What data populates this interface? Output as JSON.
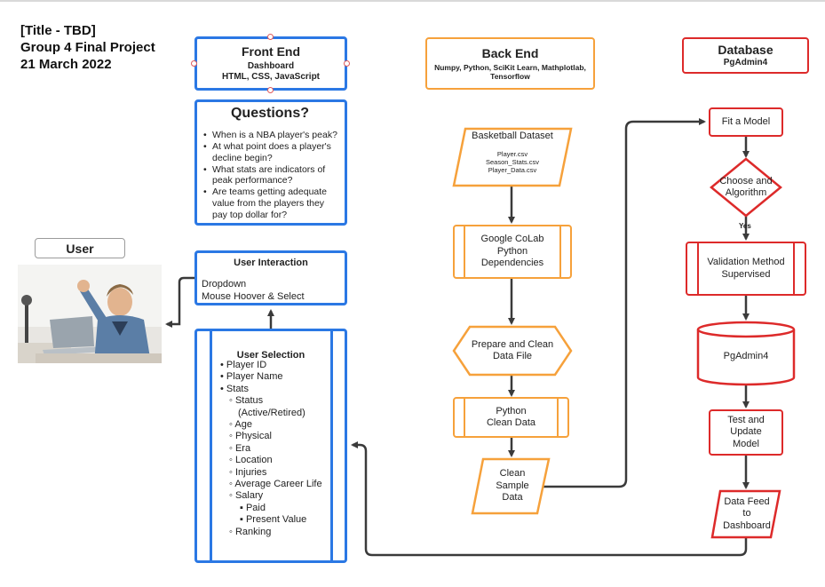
{
  "title_block": {
    "line1": "[Title - TBD]",
    "line2": "Group 4 Final Project",
    "line3": "21 March 2022"
  },
  "front_end": {
    "title": "Front End",
    "line1": "Dashboard",
    "line2": "HTML, CSS, JavaScript"
  },
  "back_end": {
    "title": "Back End",
    "line1": "Numpy, Python, SciKit Learn, Mathplotlab,",
    "line2": "Tensorflow"
  },
  "database": {
    "title": "Database",
    "line1": "PgAdmin4"
  },
  "questions": {
    "title": "Questions?",
    "items": [
      "When is a NBA player's peak?",
      "At what point does a player's decline begin?",
      "What stats are indicators of peak performance?",
      "Are teams getting adequate value from the players they pay top dollar for?"
    ]
  },
  "user": {
    "label": "User"
  },
  "user_interaction": {
    "title": "User Interaction",
    "line1": "Dropdown",
    "line2": "Mouse Hoover & Select"
  },
  "user_selection": {
    "title": "User Selection",
    "items": [
      "Player ID",
      "Player Name",
      "Stats"
    ],
    "stats": [
      "Status",
      "(Active/Retired)",
      "Age",
      "Physical",
      "Era",
      "Location",
      "Injuries",
      "Average Career Life",
      "Salary"
    ],
    "salary": [
      "Paid",
      "Present Value"
    ],
    "ranking": "Ranking"
  },
  "backend_flow": {
    "dataset_title": "Basketball Dataset",
    "files": [
      "Player.csv",
      "Season_Stats.csv",
      "Player_Data.csv"
    ],
    "colab": [
      "Google CoLab",
      "Python",
      "Dependencies"
    ],
    "prepare": [
      "Prepare and Clean",
      "Data File"
    ],
    "python_clean": [
      "Python",
      "Clean Data"
    ],
    "sample": [
      "Clean",
      "Sample",
      "Data"
    ]
  },
  "database_flow": {
    "fit_model": "Fit a Model",
    "choose": [
      "Choose and",
      "Algorithm"
    ],
    "yes": "Yes",
    "validation": [
      "Validation Method",
      "Supervised"
    ],
    "pgadmin": "PgAdmin4",
    "test_update": [
      "Test and",
      "Update",
      "Model"
    ],
    "data_feed": [
      "Data Feed",
      "to",
      "Dashboard"
    ]
  },
  "colors": {
    "front_end": "#2b78e4",
    "back_end": "#f6a13b",
    "database": "#dd2a2a",
    "connector": "#3a3a3a"
  }
}
